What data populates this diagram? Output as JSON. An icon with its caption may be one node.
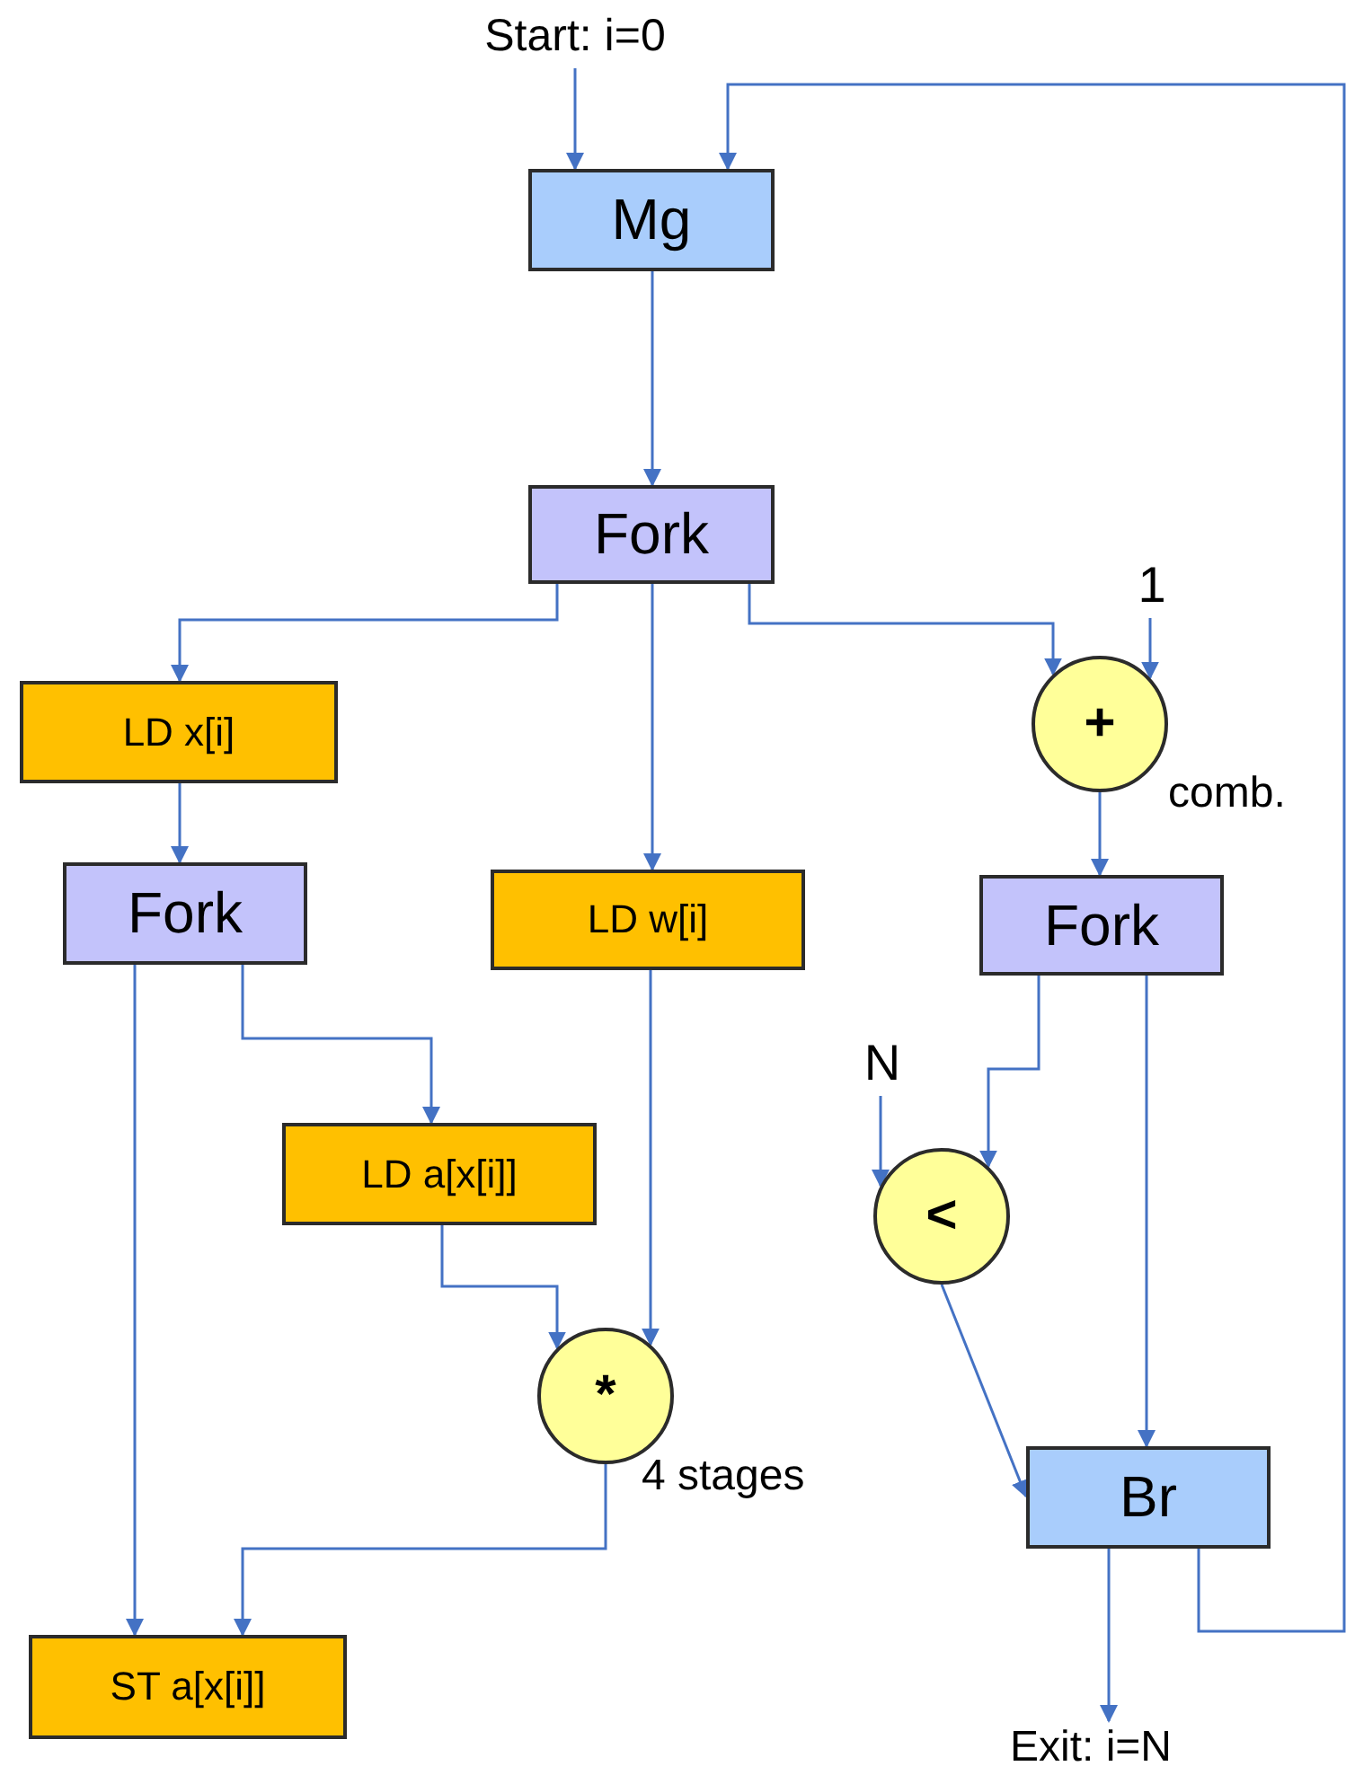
{
  "diagram": {
    "nodes": [
      {
        "text": [
          "Start: i=0"
        ]
      },
      {
        "text": [
          "Mg"
        ]
      },
      {
        "text": [
          "Fork"
        ]
      },
      {
        "text": [
          "LD x[i]"
        ]
      },
      {
        "text": [
          "Fork"
        ]
      },
      {
        "text": [
          "LD w[i]"
        ]
      },
      {
        "text": [
          "+"
        ],
        "beside": [
          "comb."
        ]
      },
      {
        "text": [
          "1"
        ]
      },
      {
        "text": [
          "Fork"
        ]
      },
      {
        "text": [
          "N"
        ]
      },
      {
        "text": [
          "<"
        ]
      },
      {
        "text": [
          "LD a[x[i]]"
        ]
      },
      {
        "text": [
          "*"
        ],
        "beside": [
          "4 stages"
        ]
      },
      {
        "text": [
          "Br"
        ]
      },
      {
        "text": [
          "ST a[x[i]]"
        ]
      },
      {
        "text": [
          "Exit: i=N"
        ]
      }
    ],
    "edges": [
      {
        "from": 0,
        "to": 1,
        "arrow": "to"
      },
      {
        "from": 13,
        "to": 1,
        "arrow": "to"
      },
      {
        "from": 1,
        "to": 2,
        "arrow": "to"
      },
      {
        "from": 2,
        "to": 3,
        "arrow": "to"
      },
      {
        "from": 2,
        "to": 5,
        "arrow": "to"
      },
      {
        "from": 2,
        "to": 6,
        "arrow": "to"
      },
      {
        "from": 7,
        "to": 6,
        "arrow": "to"
      },
      {
        "from": 3,
        "to": 4,
        "arrow": "to"
      },
      {
        "from": 4,
        "to": 14,
        "arrow": "to"
      },
      {
        "from": 4,
        "to": 11,
        "arrow": "to"
      },
      {
        "from": 5,
        "to": 12,
        "arrow": "to"
      },
      {
        "from": 11,
        "to": 12,
        "arrow": "to"
      },
      {
        "from": 12,
        "to": 14,
        "arrow": "to"
      },
      {
        "from": 6,
        "to": 8,
        "arrow": "to"
      },
      {
        "from": 8,
        "to": 10,
        "arrow": "to"
      },
      {
        "from": 9,
        "to": 10,
        "arrow": "to"
      },
      {
        "from": 8,
        "to": 13,
        "arrow": "to"
      },
      {
        "from": 10,
        "to": 13,
        "arrow": "to"
      },
      {
        "from": 13,
        "to": 15,
        "arrow": "to"
      }
    ]
  }
}
